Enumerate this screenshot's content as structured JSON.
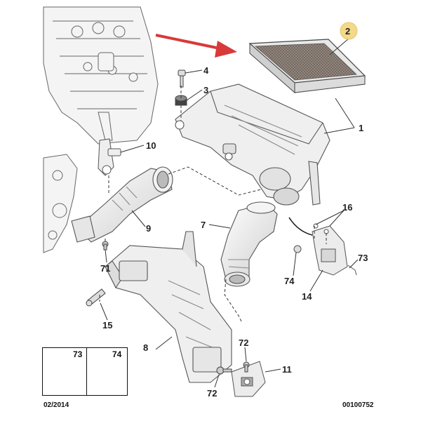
{
  "callouts": {
    "c1": "1",
    "c2": "2",
    "c3": "3",
    "c4": "4",
    "c7": "7",
    "c8": "8",
    "c9": "9",
    "c10": "10",
    "c11": "11",
    "c15": "15",
    "c16": "16",
    "c71": "71",
    "c72a": "72",
    "c72b": "72",
    "c73": "73",
    "c74": "74"
  },
  "legend": {
    "left_number": "73",
    "right_number": "74"
  },
  "footer": {
    "date": "02/2014",
    "reference": "00100752"
  },
  "colors": {
    "highlight_badge": "#f3d98a",
    "arrow": "#d83a3a",
    "part_fill": "#efefef",
    "part_stroke": "#555555"
  }
}
